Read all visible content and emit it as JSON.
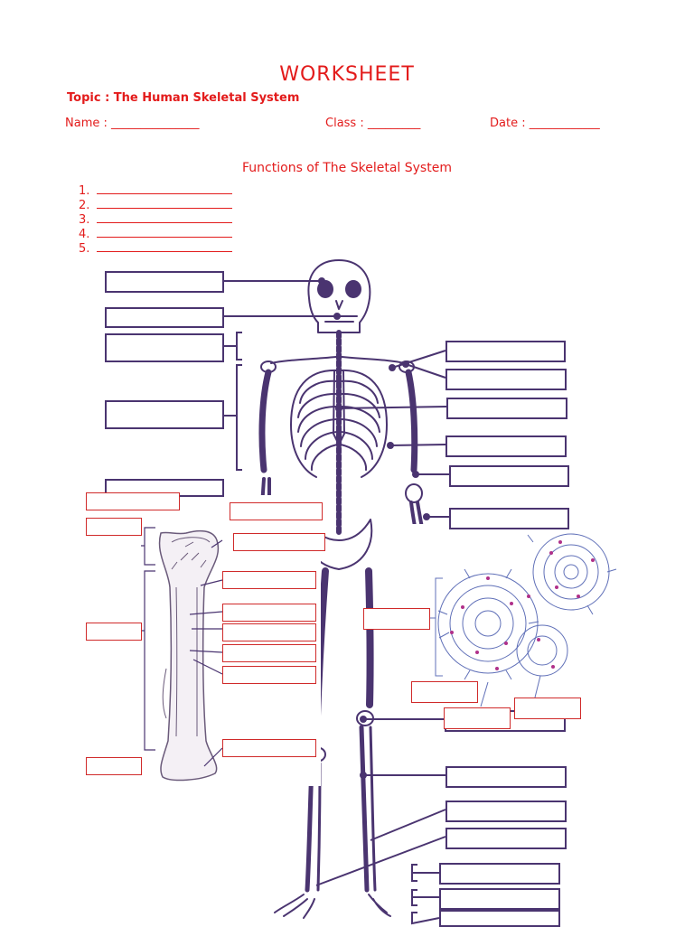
{
  "title": "WORKSHEET",
  "topic": "Topic   :  The Human Skeletal System",
  "fields": {
    "name": "Name  :  _______________",
    "class": "Class :  _________",
    "date": "Date :  ____________"
  },
  "functions_heading": "Functions of The Skeletal System",
  "function_numbers": [
    "1.",
    "2.",
    "3.",
    "4.",
    "5."
  ],
  "colors": {
    "text": "#e31b1b",
    "skeleton": "#4a3470",
    "red_box": "#d02a2a",
    "cell_accent": "#b0308a"
  }
}
